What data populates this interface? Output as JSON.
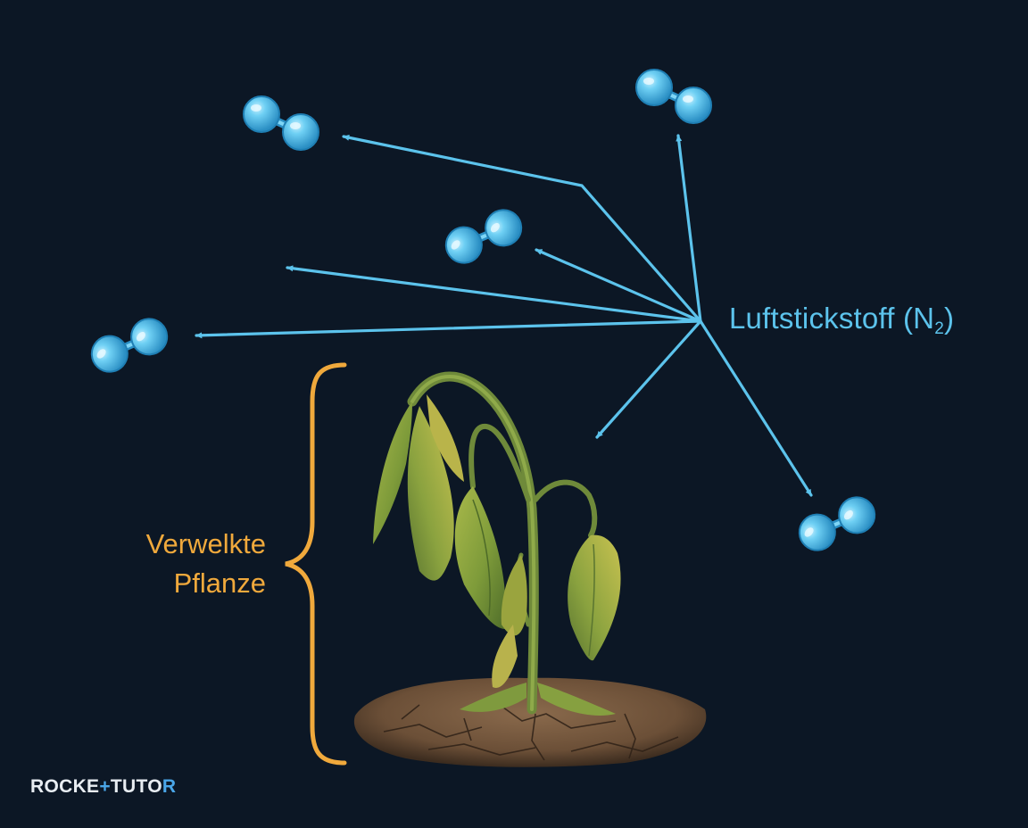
{
  "diagram": {
    "n2_label": "Luftstickstoff (N",
    "n2_subscript": "2",
    "n2_label_close": ")",
    "plant_label_line1": "Verwelkte",
    "plant_label_line2": "Pflanze"
  },
  "logo": {
    "part1": "ROCKE",
    "plus": "+",
    "part2": "TUTO",
    "part3": "R"
  },
  "colors": {
    "background": "#0c1725",
    "nitrogen": "#5cc3ec",
    "plant_label": "#f0a93c",
    "logo_accent": "#4aa6e8"
  },
  "icons": [
    "n2-molecule-icon",
    "arrow-icon",
    "curly-brace-icon",
    "wilted-plant-illustration",
    "soil-patch"
  ]
}
